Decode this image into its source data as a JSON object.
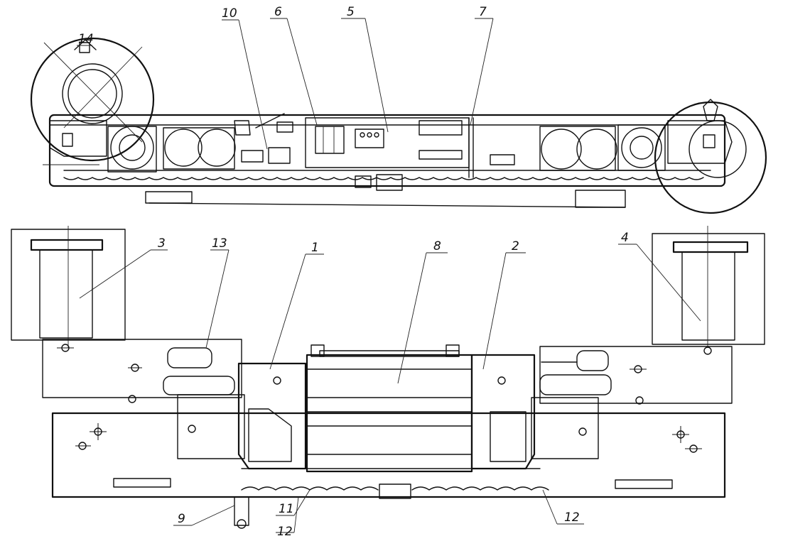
{
  "labels": {
    "l1": "1",
    "l2": "2",
    "l3": "3",
    "l4": "4",
    "l5": "5",
    "l6": "6",
    "l7": "7",
    "l8": "8",
    "l9": "9",
    "l10": "10",
    "l11": "11",
    "l12a": "12",
    "l12b": "12",
    "l13": "13",
    "l14": "14"
  }
}
